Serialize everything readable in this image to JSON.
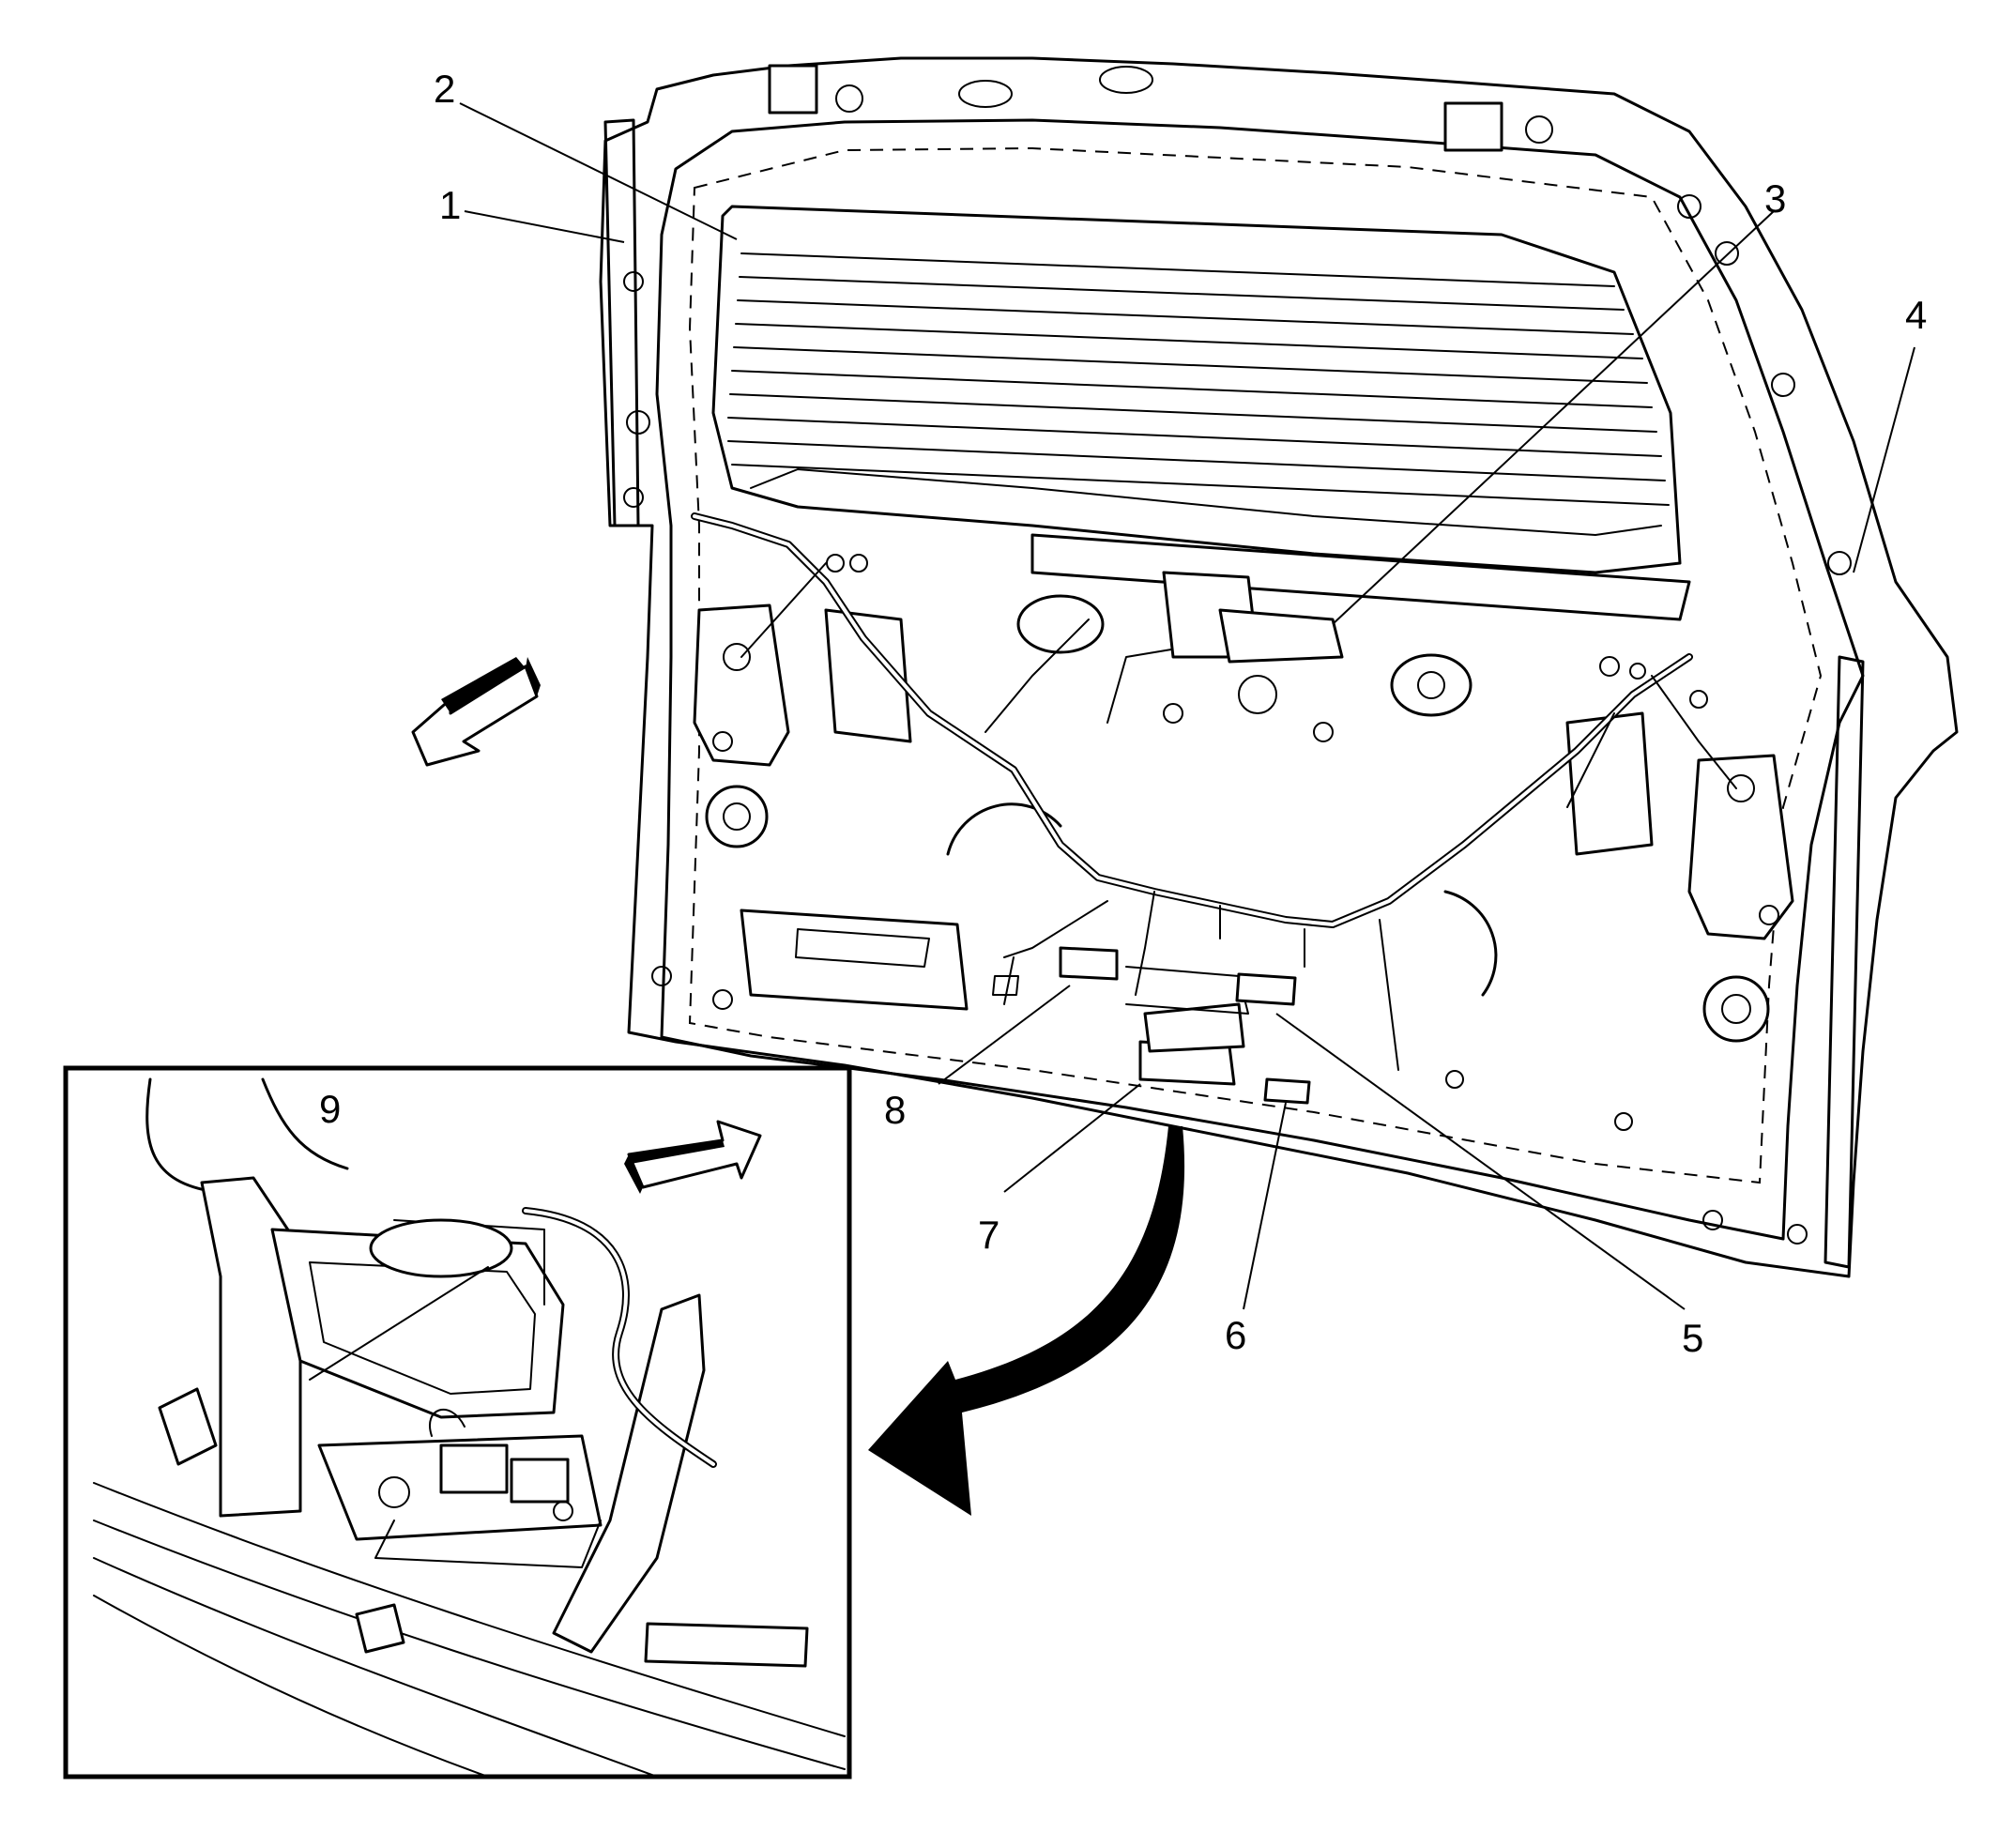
{
  "figure": {
    "background": "#ffffff",
    "line_color": "#000000",
    "detail_view_border": "#000000"
  },
  "callouts": [
    {
      "id": "1",
      "label": "1"
    },
    {
      "id": "2",
      "label": "2"
    },
    {
      "id": "3",
      "label": "3"
    },
    {
      "id": "4",
      "label": "4"
    },
    {
      "id": "5",
      "label": "5"
    },
    {
      "id": "6",
      "label": "6"
    },
    {
      "id": "7",
      "label": "7"
    },
    {
      "id": "8",
      "label": "8"
    },
    {
      "id": "9",
      "label": "9"
    }
  ],
  "icons": {
    "main_direction": "forward-arrow-icon",
    "detail_direction": "forward-arrow-icon",
    "detail_pointer": "curved-arrow-icon"
  }
}
